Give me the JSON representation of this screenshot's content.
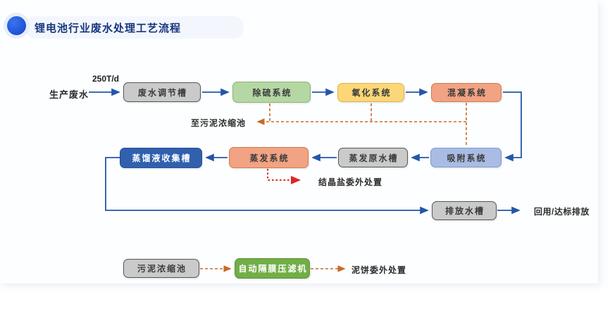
{
  "header": {
    "title": "锂电池行业废水处理工艺流程"
  },
  "flow": {
    "source_label": "生产废水",
    "flow_rate": "250T/d",
    "nodes": {
      "adjust_tank": {
        "label": "废水调节槽",
        "color": "#c9cac9"
      },
      "desulfurization": {
        "label": "除硫系统",
        "color": "#b5d7a4"
      },
      "oxidation": {
        "label": "氧化系统",
        "color": "#fbd778"
      },
      "coagulation": {
        "label": "混凝系统",
        "color": "#f1a383"
      },
      "distillate_tank": {
        "label": "蒸馏液收集槽",
        "color": "#3060ae"
      },
      "evaporation": {
        "label": "蒸发系统",
        "color": "#f1a383"
      },
      "evap_raw_tank": {
        "label": "蒸发原水槽",
        "color": "#c9cac9"
      },
      "adsorption": {
        "label": "吸附系统",
        "color": "#a9bce4"
      },
      "discharge_tank": {
        "label": "排放水槽",
        "color": "#c9cac9"
      },
      "sludge_tank": {
        "label": "污泥浓缩池",
        "color": "#c9cac9"
      },
      "filter_press": {
        "label": "自动隔膜压滤机",
        "color": "#72ae47"
      }
    },
    "annotations": {
      "to_sludge_tank": "至污泥浓缩池",
      "crystal_salt": "结晶盐委外处置",
      "reuse_discharge": "回用/达标排放",
      "mud_cake": "泥饼委外处置"
    }
  },
  "colors": {
    "title_navy": "#16357f",
    "bullet_blue": "#1d4fd0",
    "line_blue": "#2356a8",
    "line_dashed_orange": "#c96a28",
    "line_dotted_red": "#e02424"
  }
}
